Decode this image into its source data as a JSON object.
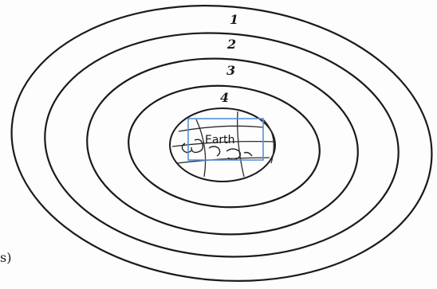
{
  "diagram": {
    "ring_labels": [
      "1",
      "2",
      "3",
      "4"
    ],
    "center_label": "Earth",
    "caption": "s)"
  },
  "colors": {
    "ink": "#1a1a1a",
    "highlight": "#5b8fd4",
    "background": "#fdfdfd"
  }
}
